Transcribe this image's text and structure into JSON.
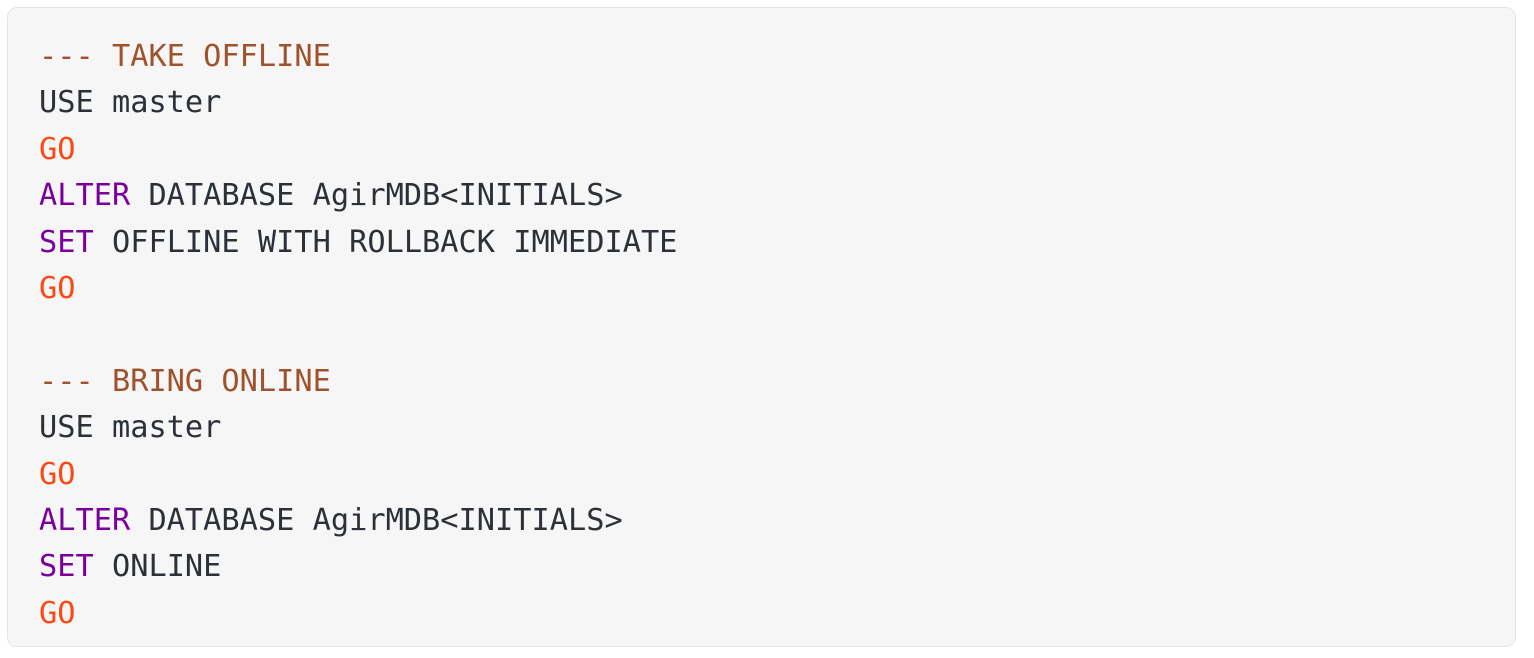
{
  "code_block": {
    "language": "sql",
    "background_color": "#f6f6f7",
    "border_color": "#e3e6e8",
    "colors": {
      "comment": "#a0522d",
      "keyword": "#7b0099",
      "go_batch_separator": "#fb4a11",
      "plain_text": "#2b3137"
    },
    "lines": [
      {
        "index": 1,
        "text": "--- TAKE OFFLINE",
        "tokens": [
          {
            "text": "--- TAKE OFFLINE",
            "type": "comment"
          }
        ]
      },
      {
        "index": 2,
        "text": "USE master",
        "tokens": [
          {
            "text": "USE master",
            "type": "plain"
          }
        ]
      },
      {
        "index": 3,
        "text": "GO",
        "tokens": [
          {
            "text": "GO",
            "type": "go"
          }
        ]
      },
      {
        "index": 4,
        "text": "ALTER DATABASE AgirMDB<INITIALS>",
        "tokens": [
          {
            "text": "ALTER",
            "type": "keyword"
          },
          {
            "text": " DATABASE AgirMDB<INITIALS>",
            "type": "plain"
          }
        ]
      },
      {
        "index": 5,
        "text": "SET OFFLINE WITH ROLLBACK IMMEDIATE",
        "tokens": [
          {
            "text": "SET",
            "type": "keyword"
          },
          {
            "text": " OFFLINE WITH ROLLBACK IMMEDIATE",
            "type": "plain"
          }
        ]
      },
      {
        "index": 6,
        "text": "GO",
        "tokens": [
          {
            "text": "GO",
            "type": "go"
          }
        ]
      },
      {
        "index": 7,
        "text": "",
        "tokens": []
      },
      {
        "index": 8,
        "text": "--- BRING ONLINE",
        "tokens": [
          {
            "text": "--- BRING ONLINE",
            "type": "comment"
          }
        ]
      },
      {
        "index": 9,
        "text": "USE master",
        "tokens": [
          {
            "text": "USE master",
            "type": "plain"
          }
        ]
      },
      {
        "index": 10,
        "text": "GO",
        "tokens": [
          {
            "text": "GO",
            "type": "go"
          }
        ]
      },
      {
        "index": 11,
        "text": "ALTER DATABASE AgirMDB<INITIALS>",
        "tokens": [
          {
            "text": "ALTER",
            "type": "keyword"
          },
          {
            "text": " DATABASE AgirMDB<INITIALS>",
            "type": "plain"
          }
        ]
      },
      {
        "index": 12,
        "text": "SET ONLINE",
        "tokens": [
          {
            "text": "SET",
            "type": "keyword"
          },
          {
            "text": " ONLINE",
            "type": "plain"
          }
        ]
      },
      {
        "index": 13,
        "text": "GO",
        "tokens": [
          {
            "text": "GO",
            "type": "go"
          }
        ]
      }
    ]
  }
}
